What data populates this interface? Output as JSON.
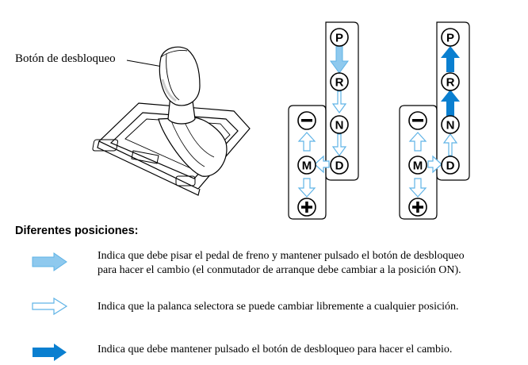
{
  "callout": {
    "label": "Botón de desbloqueo"
  },
  "gates": {
    "positions": [
      "P",
      "R",
      "N",
      "D",
      "M",
      "−",
      "+"
    ]
  },
  "legend": {
    "heading": "Diferentes posiciones:",
    "items": [
      {
        "arrow": "light-blue-filled-arrow",
        "text_line1": "Indica que debe pisar el pedal de freno y mantener pulsado el botón de desbloqueo",
        "text_line2": "para hacer el cambio (el conmutador de arranque debe cambiar a la posición ON)."
      },
      {
        "arrow": "outline-arrow",
        "text_line1": "Indica que la palanca selectora se puede cambiar libremente a cualquier posición."
      },
      {
        "arrow": "solid-blue-arrow",
        "text_line1": "Indica que debe mantener pulsado el botón de desbloqueo para hacer el cambio."
      }
    ]
  },
  "colors": {
    "light_blue": "#8ec9ee",
    "dark_blue": "#0a7fd0",
    "outline_blue": "#5fb3e6"
  }
}
